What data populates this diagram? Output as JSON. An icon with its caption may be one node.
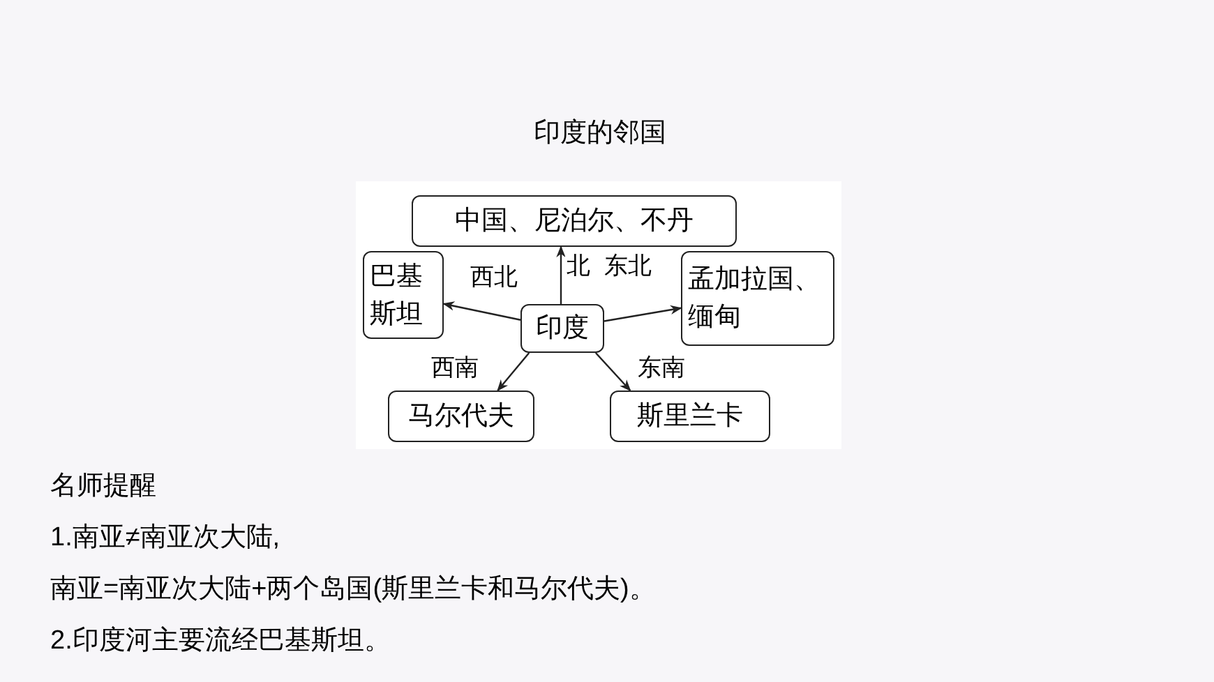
{
  "diagram": {
    "title": "印度的邻国",
    "nodes": [
      {
        "text": [
          "中国、尼泊尔、不丹"
        ]
      },
      {
        "text": [
          "巴基斯坦"
        ]
      },
      {
        "text": [
          "印度"
        ]
      },
      {
        "text": [
          "孟加拉国、缅甸"
        ]
      },
      {
        "text": [
          "马尔代夫"
        ]
      },
      {
        "text": [
          "斯里兰卡"
        ]
      }
    ],
    "edges": [
      {
        "from": 2,
        "to": 0,
        "arrow": "to",
        "label": "北"
      },
      {
        "from": 2,
        "to": 1,
        "arrow": "to",
        "label": "西北"
      },
      {
        "from": 2,
        "to": 3,
        "arrow": "to",
        "label": "东北"
      },
      {
        "from": 2,
        "to": 4,
        "arrow": "to",
        "label": "西南"
      },
      {
        "from": 2,
        "to": 5,
        "arrow": "to",
        "label": "东南"
      }
    ],
    "labels": [
      "名师提醒",
      "1.南亚≠南亚次大陆,",
      "南亚=南亚次大陆+两个岛国(斯里兰卡和马尔代夫)。",
      "2.印度河主要流经巴基斯坦。"
    ]
  }
}
